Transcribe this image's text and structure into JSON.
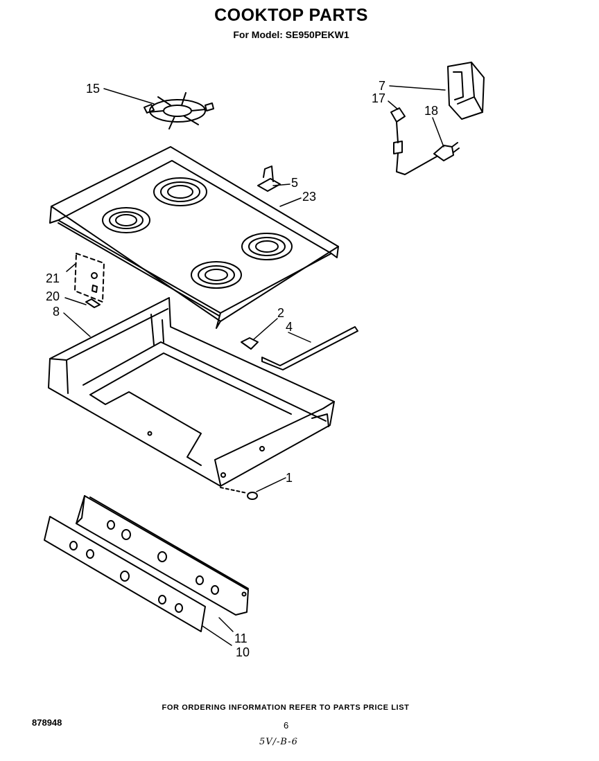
{
  "header": {
    "title": "COOKTOP PARTS",
    "subtitle": "For Model: SE950PEKW1"
  },
  "callouts": {
    "c15": "15",
    "c7": "7",
    "c17": "17",
    "c18": "18",
    "c5": "5",
    "c23": "23",
    "c21": "21",
    "c20": "20",
    "c8": "8",
    "c2": "2",
    "c4": "4",
    "c1": "1",
    "c11": "11",
    "c10": "10"
  },
  "footer": {
    "ordering_note": "FOR ORDERING INFORMATION REFER TO PARTS PRICE LIST",
    "doc_number": "878948",
    "page_number": "6",
    "handwritten_code": "5V/-B-6"
  }
}
